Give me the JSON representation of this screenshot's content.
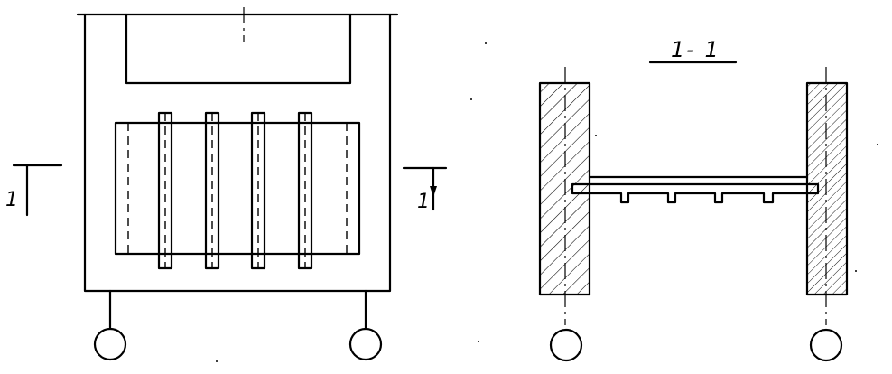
{
  "labels": {
    "section_title": "1- 1",
    "cut_mark_left": "1",
    "cut_mark_right": "1"
  },
  "colors": {
    "ink": "#000000",
    "paper": "#ffffff"
  }
}
